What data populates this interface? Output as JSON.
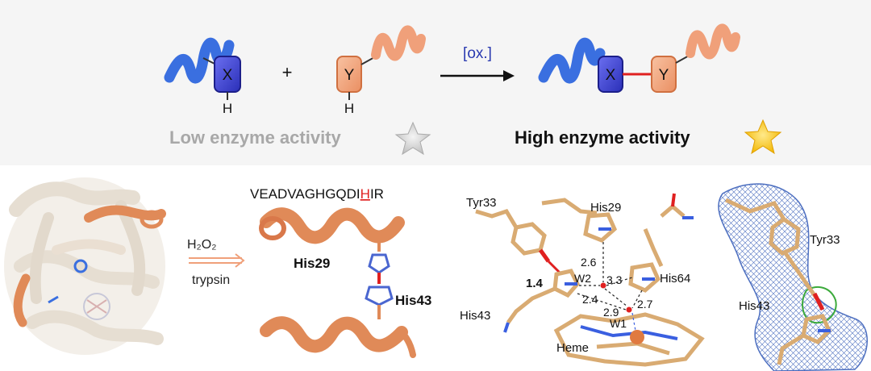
{
  "scheme": {
    "x_label": "X",
    "y_label": "Y",
    "h_label": "H",
    "plus": "+",
    "oxidant": "[ox.]",
    "low_activity": "Low enzyme activity",
    "high_activity": "High enzyme activity"
  },
  "digestion": {
    "reagent": "H₂O₂",
    "enzyme": "trypsin",
    "sequence_before": "VEADVAGHGQDI",
    "sequence_highlight": "H",
    "sequence_after": "IR",
    "residue_a": "His29",
    "residue_b": "His43"
  },
  "active_site": {
    "labels": {
      "tyr": "Tyr33",
      "his29": "His29",
      "his64": "His64",
      "his43": "His43",
      "heme": "Heme",
      "w1": "W1",
      "w2": "W2"
    },
    "distances": [
      "1.4",
      "2.6",
      "3.3",
      "2.4",
      "2.9",
      "2.7"
    ]
  },
  "density": {
    "tyr": "Tyr33",
    "his": "His43"
  },
  "colors": {
    "helix_blue": "#3a6fe0",
    "helix_orange": "#e8895a",
    "x_box": "#3b3fd0",
    "y_box": "#f2a27a",
    "crosslink": "#e02020",
    "stick": "#e0b27a"
  }
}
